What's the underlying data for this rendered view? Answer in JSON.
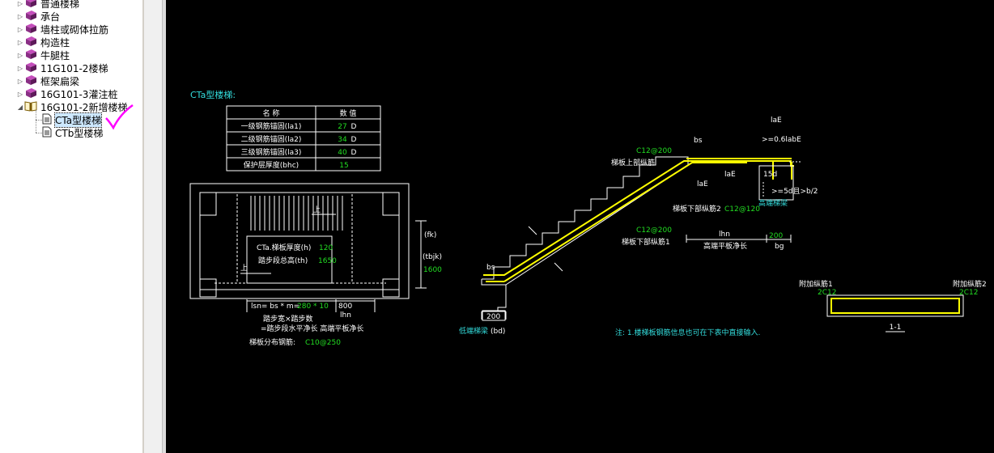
{
  "tree": {
    "items": [
      {
        "label": "普通楼梯",
        "icon": "book-icon",
        "expanded": false
      },
      {
        "label": "承台",
        "icon": "book-icon",
        "expanded": false
      },
      {
        "label": "墙柱或砌体拉筋",
        "icon": "book-icon",
        "expanded": false
      },
      {
        "label": "构造柱",
        "icon": "book-icon",
        "expanded": false
      },
      {
        "label": "牛腿柱",
        "icon": "book-icon",
        "expanded": false
      },
      {
        "label": "11G101-2楼梯",
        "icon": "book-icon",
        "expanded": false
      },
      {
        "label": "框架扁梁",
        "icon": "book-icon",
        "expanded": false
      },
      {
        "label": "16G101-3灌注桩",
        "icon": "book-icon",
        "expanded": false
      },
      {
        "label": "16G101-2新增楼梯",
        "icon": "open-book-icon",
        "expanded": true
      }
    ],
    "children": [
      {
        "label": "CTa型楼梯",
        "icon": "document-icon",
        "selected": true
      },
      {
        "label": "CTb型楼梯",
        "icon": "document-icon",
        "selected": false
      }
    ]
  },
  "drawing": {
    "title": "CTa型楼梯:",
    "table": {
      "headers": [
        "名 称",
        "数 值"
      ],
      "rows": [
        {
          "name": "一级钢筋锚固(la1)",
          "value": "27",
          "unit": "D"
        },
        {
          "name": "二级钢筋锚固(la2)",
          "value": "34",
          "unit": "D"
        },
        {
          "name": "三级钢筋锚固(la3)",
          "value": "40",
          "unit": "D"
        },
        {
          "name": "保护层厚度(bhc)",
          "value": "15",
          "unit": ""
        }
      ]
    },
    "plan": {
      "up_label": "上",
      "slab_thickness_label": "CTa.梯板厚度(h)",
      "slab_thickness_value": "120",
      "height_label": "踏步段总高(th)",
      "height_value": "1650",
      "fk_label": "(fk)",
      "tbjk_label": "(tbjk)",
      "tbjk_value": "1600",
      "lsn_label": "lsn= bs * m=",
      "lsn_value": "280 * 10",
      "lhn_value": "800",
      "lhn_label": "lhn",
      "note1": "踏步宽×踏步数",
      "note2": "=踏步段水平净长 高端平板净长",
      "dist_label": "梯板分布钢筋:",
      "dist_value": "C10@250"
    },
    "section": {
      "top_rebar_label": "C12@200",
      "top_rebar_desc": "梯板上部纵筋",
      "bot2_value": "C12@120",
      "bot2_desc": "梯板下部纵筋2",
      "bot1_value": "C12@200",
      "bot1_desc": "梯板下部纵筋1",
      "bs": "bs",
      "laE": "laE",
      "anchor": ">=0.6labE",
      "d15": "15d",
      "d5": ">=5d且>b/2",
      "high_beam": "高端梯梁",
      "lhn": "lhn",
      "hi_plate": "高端平板净长",
      "bg_val": "200",
      "bg": "bg",
      "low_val": "200",
      "low_beam": "低端梯梁",
      "bd": "(bd)",
      "note": "注: 1.楼梯板钢筋信息也可在下表中直接输入."
    },
    "detail": {
      "left_label": "附加纵筋1",
      "left_value": "2C12",
      "right_label": "附加纵筋2",
      "right_value": "2C12",
      "section_label": "1-1"
    }
  },
  "colors": {
    "canvas": "#000000",
    "rebar": "#ffff00",
    "value_text": "#22dd22",
    "label_text": "#33dddd",
    "annotation": "#ff00ff"
  }
}
